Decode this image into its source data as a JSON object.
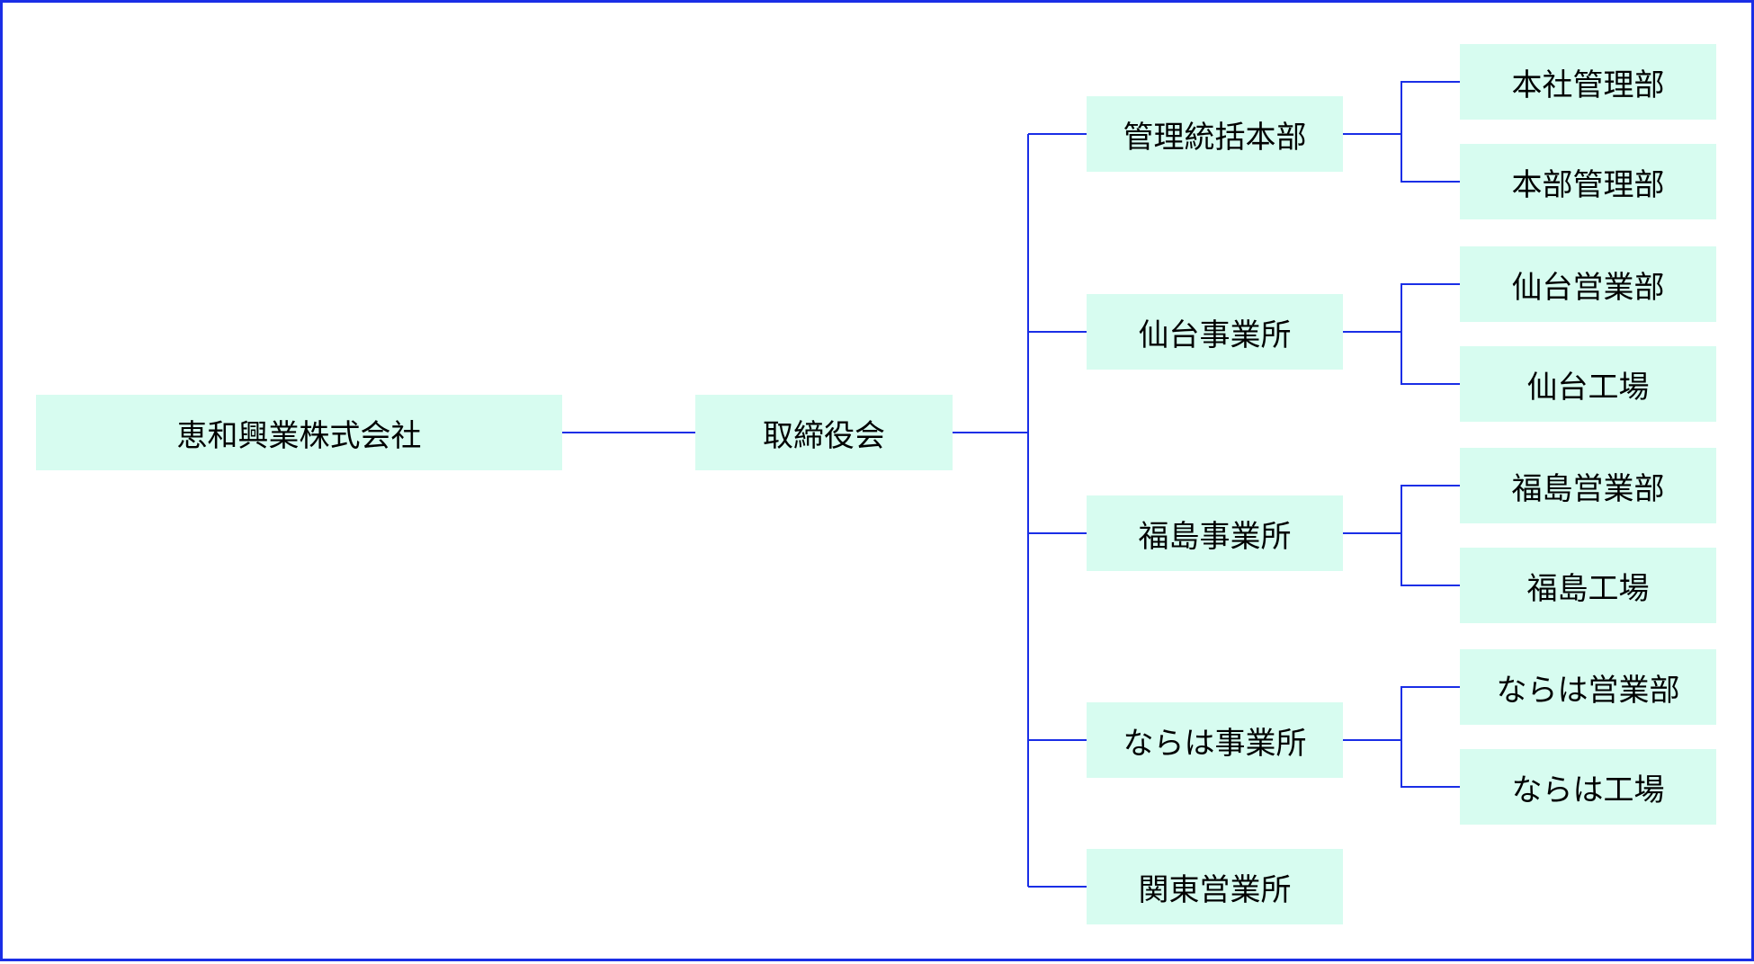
{
  "org_chart": {
    "root": "恵和興業株式会社",
    "board": "取締役会",
    "divisions": [
      "管理統括本部",
      "仙台事業所",
      "福島事業所",
      "ならは事業所",
      "関東営業所"
    ],
    "departments": {
      "admin_hq": [
        "本社管理部",
        "本部管理部"
      ],
      "sendai": [
        "仙台営業部",
        "仙台工場"
      ],
      "fukushima": [
        "福島営業部",
        "福島工場"
      ],
      "naraha": [
        "ならは営業部",
        "ならは工場"
      ]
    }
  },
  "colors": {
    "box_fill": "#d7fcf0",
    "line": "#1a2ee6",
    "border": "#1a2ee6",
    "text": "#000000"
  }
}
